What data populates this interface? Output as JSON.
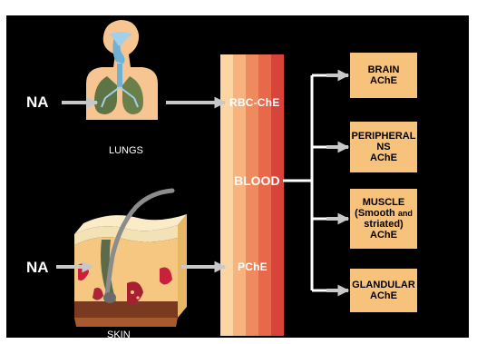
{
  "agent_label_top": "NA",
  "agent_label_bottom": "NA",
  "lungs_label": "LUNGS",
  "skin_label": "SKIN",
  "rbc_label": "RBC-ChE",
  "blood_label": "BLOOD",
  "pche_label": "PChE",
  "targets": {
    "brain": {
      "line1": "BRAIN",
      "line2": "AChE"
    },
    "peripheral": {
      "line1": "PERIPHERAL",
      "line2": "NS",
      "line3": "AChE"
    },
    "muscle": {
      "line1": "MUSCLE",
      "line2a": "(Smooth",
      "line2b": "and",
      "line3a": "striated)",
      "line4": "AChE"
    },
    "glandular": {
      "line1": "GLANDULAR",
      "line2": "AChE"
    }
  },
  "colors": {
    "background": "#000000",
    "box_fill": "#f7c27c",
    "arrow": "#c8c8c8",
    "blood_bands": [
      "#fbd6a4",
      "#f7b27e",
      "#ef8a5e",
      "#e8684a",
      "#d9443a"
    ]
  }
}
